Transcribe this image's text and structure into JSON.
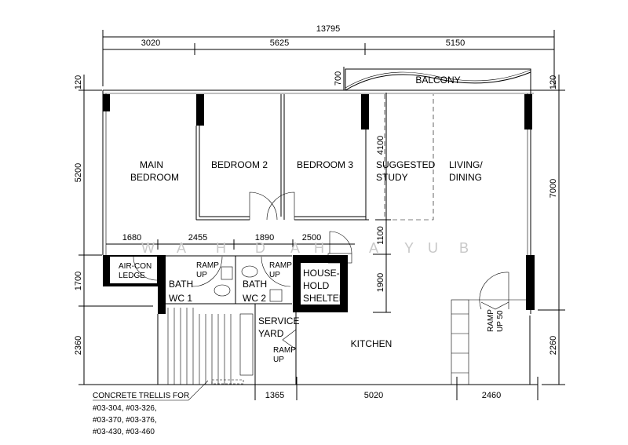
{
  "plan": {
    "rooms": {
      "main_bedroom": [
        "MAIN",
        "BEDROOM"
      ],
      "bedroom2": "BEDROOM  2",
      "bedroom3": "BEDROOM  3",
      "study": [
        "SUGGESTED",
        "STUDY"
      ],
      "living": [
        "LIVING/",
        "DINING"
      ],
      "balcony": "BALCONY",
      "aircon": [
        "AIR-CON",
        "LEDGE"
      ],
      "bath1": [
        "BATH",
        "WC  1"
      ],
      "bath2": [
        "BATH",
        "WC  2"
      ],
      "shelter": [
        "HOUSE-",
        "HOLD",
        "SHELTER"
      ],
      "service_yard": [
        "SERVICE",
        "YARD"
      ],
      "kitchen": "KITCHEN"
    },
    "ramps": {
      "ramp1": [
        "RAMP",
        "UP"
      ],
      "ramp2": [
        "RAMP",
        "UP"
      ],
      "ramp3": [
        "RAMP",
        "UP"
      ],
      "ramp4": [
        "RAMP",
        "UP 50"
      ]
    },
    "dimensions": {
      "overall": "13795",
      "top": [
        "3020",
        "5625",
        "5150"
      ],
      "mid": [
        "1680",
        "2455",
        "1890",
        "2500"
      ],
      "bottom": [
        "1365",
        "5020",
        "2460"
      ],
      "left": [
        "120",
        "5200",
        "1700",
        "2360"
      ],
      "right": [
        "120",
        "7000",
        "2260"
      ],
      "inner": [
        "700",
        "4100",
        "1100",
        "1900"
      ]
    },
    "note": [
      "CONCRETE TRELLIS FOR",
      "#03-304, #03-326,",
      "#03-370, #03-376,",
      "#03-430, #03-460"
    ],
    "watermark": [
      "W",
      "A",
      "H",
      "D",
      "A",
      "H",
      "A",
      "Y",
      "U",
      "B"
    ]
  }
}
